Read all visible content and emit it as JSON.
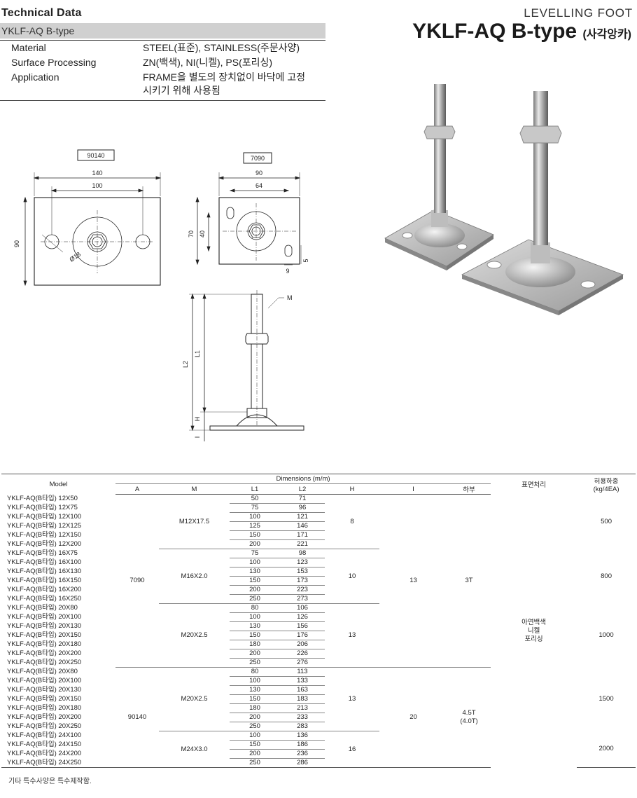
{
  "header": {
    "section_title": "Technical Data",
    "model_bar": "YKLF-AQ B-type",
    "specs": [
      {
        "label": "Material",
        "value": "STEEL(표준), STAINLESS(주문사양)"
      },
      {
        "label": "Surface Processing",
        "value": "ZN(백색), NI(니켈), PS(포리싱)"
      },
      {
        "label": "Application",
        "value": "FRAME을 별도의 장치없이 바닥에 고정",
        "value2": "시키기 위해 사용됨"
      }
    ]
  },
  "brand": {
    "category": "LEVELLING FOOT",
    "title": "YKLF-AQ B-type",
    "title_suffix": "(사각앙카)"
  },
  "drawing": {
    "plate1": {
      "code": "90140",
      "w_outer": "140",
      "w_inner": "100",
      "h": "90",
      "hole": "Ø18"
    },
    "plate2": {
      "code": "7090",
      "w_outer": "90",
      "w_inner": "64",
      "h_outer": "70",
      "h_inner": "40",
      "slot_w": "9",
      "slot_h": "5"
    },
    "side": {
      "m": "M",
      "l1": "L1",
      "l2": "L2",
      "h": "H",
      "i": "I"
    }
  },
  "table": {
    "headers": {
      "model": "Model",
      "dimensions": "Dimensions (m/m)",
      "a": "A",
      "m": "M",
      "l1": "L1",
      "l2": "L2",
      "h": "H",
      "i": "I",
      "bottom": "하부",
      "surface": "표면처리",
      "load": "허용하중",
      "load_unit": "(kg/4EA)"
    },
    "rows": [
      {
        "model": "YKLF-AQ(B타입) 12X50",
        "l1": "50",
        "l2": "71"
      },
      {
        "model": "YKLF-AQ(B타입) 12X75",
        "l1": "75",
        "l2": "96"
      },
      {
        "model": "YKLF-AQ(B타입) 12X100",
        "l1": "100",
        "l2": "121"
      },
      {
        "model": "YKLF-AQ(B타입) 12X125",
        "l1": "125",
        "l2": "146"
      },
      {
        "model": "YKLF-AQ(B타입) 12X150",
        "l1": "150",
        "l2": "171"
      },
      {
        "model": "YKLF-AQ(B타입) 12X200",
        "l1": "200",
        "l2": "221"
      },
      {
        "model": "YKLF-AQ(B타입) 16X75",
        "l1": "75",
        "l2": "98"
      },
      {
        "model": "YKLF-AQ(B타입) 16X100",
        "l1": "100",
        "l2": "123"
      },
      {
        "model": "YKLF-AQ(B타입) 16X130",
        "l1": "130",
        "l2": "153"
      },
      {
        "model": "YKLF-AQ(B타입) 16X150",
        "l1": "150",
        "l2": "173"
      },
      {
        "model": "YKLF-AQ(B타입) 16X200",
        "l1": "200",
        "l2": "223"
      },
      {
        "model": "YKLF-AQ(B타입) 16X250",
        "l1": "250",
        "l2": "273"
      },
      {
        "model": "YKLF-AQ(B타입) 20X80",
        "l1": "80",
        "l2": "106"
      },
      {
        "model": "YKLF-AQ(B타입) 20X100",
        "l1": "100",
        "l2": "126"
      },
      {
        "model": "YKLF-AQ(B타입) 20X130",
        "l1": "130",
        "l2": "156"
      },
      {
        "model": "YKLF-AQ(B타입) 20X150",
        "l1": "150",
        "l2": "176"
      },
      {
        "model": "YKLF-AQ(B타입) 20X180",
        "l1": "180",
        "l2": "206"
      },
      {
        "model": "YKLF-AQ(B타입) 20X200",
        "l1": "200",
        "l2": "226"
      },
      {
        "model": "YKLF-AQ(B타입) 20X250",
        "l1": "250",
        "l2": "276"
      },
      {
        "model": "YKLF-AQ(B타입) 20X80",
        "l1": "80",
        "l2": "113"
      },
      {
        "model": "YKLF-AQ(B타입) 20X100",
        "l1": "100",
        "l2": "133"
      },
      {
        "model": "YKLF-AQ(B타입) 20X130",
        "l1": "130",
        "l2": "163"
      },
      {
        "model": "YKLF-AQ(B타입) 20X150",
        "l1": "150",
        "l2": "183"
      },
      {
        "model": "YKLF-AQ(B타입) 20X180",
        "l1": "180",
        "l2": "213"
      },
      {
        "model": "YKLF-AQ(B타입) 20X200",
        "l1": "200",
        "l2": "233"
      },
      {
        "model": "YKLF-AQ(B타입) 20X250",
        "l1": "250",
        "l2": "283"
      },
      {
        "model": "YKLF-AQ(B타입) 24X100",
        "l1": "100",
        "l2": "136"
      },
      {
        "model": "YKLF-AQ(B타입) 24X150",
        "l1": "150",
        "l2": "186"
      },
      {
        "model": "YKLF-AQ(B타입) 24X200",
        "l1": "200",
        "l2": "236"
      },
      {
        "model": "YKLF-AQ(B타입) 24X250",
        "l1": "250",
        "l2": "286"
      }
    ],
    "merged": {
      "a_7090": "7090",
      "a_90140": "90140",
      "m_g1": "M12X17.5",
      "m_g2": "M16X2.0",
      "m_g3": "M20X2.5",
      "m_g4": "M20X2.5",
      "m_g5": "M24X3.0",
      "h_g1": "8",
      "h_g2": "10",
      "h_g3": "13",
      "h_g4": "13",
      "h_g5": "16",
      "i_small": "13",
      "i_large": "20",
      "bottom_small": "3T",
      "bottom_large_1": "4.5T",
      "bottom_large_2": "(4.0T)",
      "surface_1": "아연백색",
      "surface_2": "니켈",
      "surface_3": "포리싱",
      "load_g1": "500",
      "load_g2": "800",
      "load_g3": "1000",
      "load_g4": "1500",
      "load_g5": "2000"
    }
  },
  "footnote": "기타 특수사양은 특수제작함."
}
